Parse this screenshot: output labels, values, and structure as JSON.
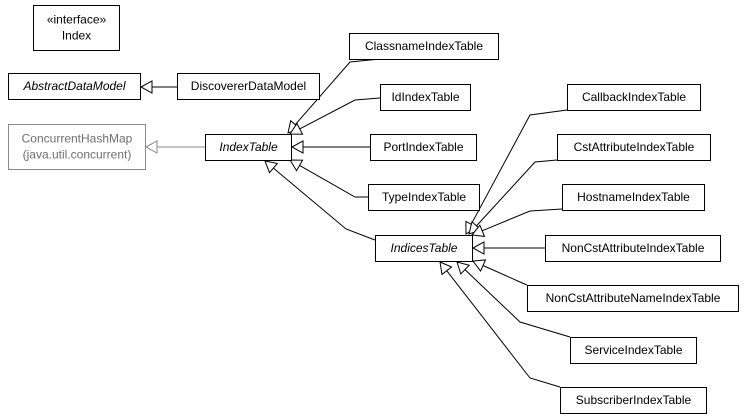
{
  "diagram": {
    "title": "",
    "classes": {
      "index": {
        "lines": [
          "«interface»",
          "Index"
        ],
        "italic": false
      },
      "abstract_data_model": {
        "lines": [
          "AbstractDataModel"
        ],
        "italic": true
      },
      "discoverer_data_model": {
        "lines": [
          "DiscovererDataModel"
        ],
        "italic": false
      },
      "concurrent_hash_map": {
        "lines": [
          "ConcurrentHashMap",
          "(java.util.concurrent)"
        ],
        "italic": false,
        "external": true
      },
      "index_table": {
        "lines": [
          "IndexTable"
        ],
        "italic": true
      },
      "classname_index_table": {
        "lines": [
          "ClassnameIndexTable"
        ],
        "italic": false
      },
      "id_index_table": {
        "lines": [
          "IdIndexTable"
        ],
        "italic": false
      },
      "port_index_table": {
        "lines": [
          "PortIndexTable"
        ],
        "italic": false
      },
      "type_index_table": {
        "lines": [
          "TypeIndexTable"
        ],
        "italic": false
      },
      "indices_table": {
        "lines": [
          "IndicesTable"
        ],
        "italic": true
      },
      "callback_index_table": {
        "lines": [
          "CallbackIndexTable"
        ],
        "italic": false
      },
      "cst_attribute_index_table": {
        "lines": [
          "CstAttributeIndexTable"
        ],
        "italic": false
      },
      "hostname_index_table": {
        "lines": [
          "HostnameIndexTable"
        ],
        "italic": false
      },
      "non_cst_attribute_index_table": {
        "lines": [
          "NonCstAttributeIndexTable"
        ],
        "italic": false
      },
      "non_cst_attribute_name_index_table": {
        "lines": [
          "NonCstAttributeNameIndexTable"
        ],
        "italic": false
      },
      "service_index_table": {
        "lines": [
          "ServiceIndexTable"
        ],
        "italic": false
      },
      "subscriber_index_table": {
        "lines": [
          "SubscriberIndexTable"
        ],
        "italic": false
      }
    },
    "relations": [
      {
        "from": "discoverer_data_model",
        "to": "abstract_data_model",
        "kind": "generalization"
      },
      {
        "from": "index_table",
        "to": "concurrent_hash_map",
        "kind": "generalization"
      },
      {
        "from": "classname_index_table",
        "to": "index_table",
        "kind": "generalization"
      },
      {
        "from": "id_index_table",
        "to": "index_table",
        "kind": "generalization"
      },
      {
        "from": "port_index_table",
        "to": "index_table",
        "kind": "generalization"
      },
      {
        "from": "type_index_table",
        "to": "index_table",
        "kind": "generalization"
      },
      {
        "from": "indices_table",
        "to": "index_table",
        "kind": "generalization"
      },
      {
        "from": "callback_index_table",
        "to": "indices_table",
        "kind": "generalization"
      },
      {
        "from": "cst_attribute_index_table",
        "to": "indices_table",
        "kind": "generalization"
      },
      {
        "from": "hostname_index_table",
        "to": "indices_table",
        "kind": "generalization"
      },
      {
        "from": "non_cst_attribute_index_table",
        "to": "indices_table",
        "kind": "generalization"
      },
      {
        "from": "non_cst_attribute_name_index_table",
        "to": "indices_table",
        "kind": "generalization"
      },
      {
        "from": "service_index_table",
        "to": "indices_table",
        "kind": "generalization"
      },
      {
        "from": "subscriber_index_table",
        "to": "indices_table",
        "kind": "generalization"
      }
    ]
  }
}
